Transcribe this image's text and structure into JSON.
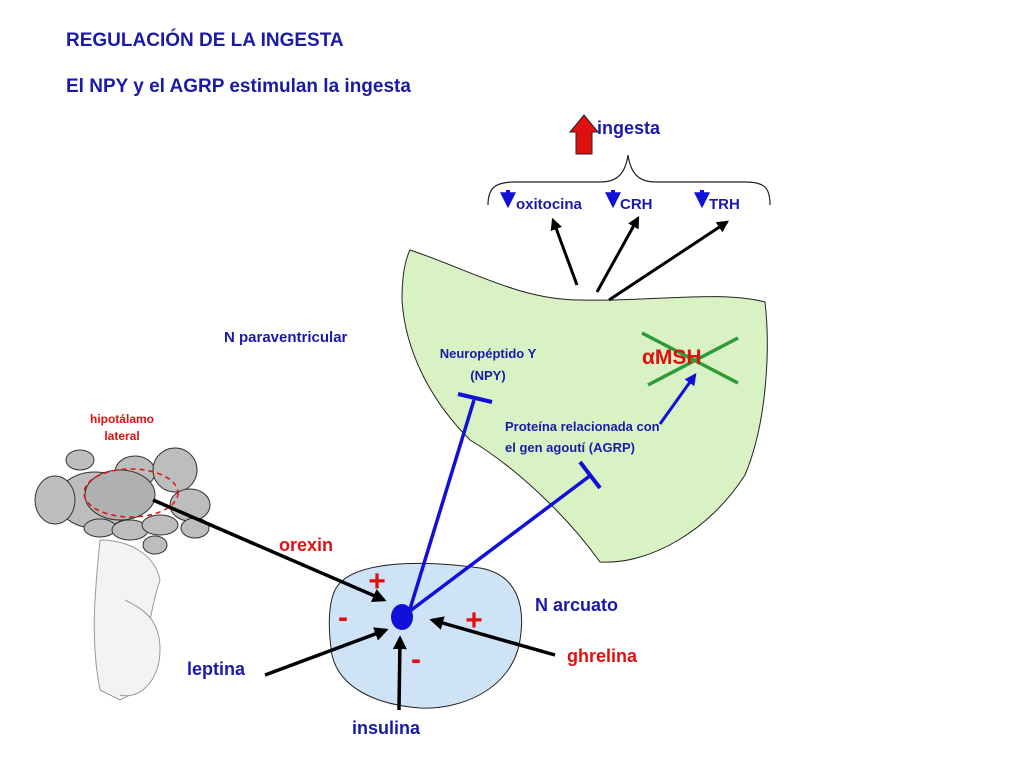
{
  "header": {
    "title": "REGULACIÓN DE LA INGESTA",
    "subtitle": "El NPY y el AGRP estimulan la ingesta"
  },
  "diagram": {
    "ingesta": "ingesta",
    "oxitocina": "oxitocina",
    "crh": "CRH",
    "trh": "TRH",
    "paraventricular": "N paraventricular",
    "npy_line1": "Neuropéptido Y",
    "npy_line2": "(NPY)",
    "msh_alpha": "α",
    "msh_rest": "MSH",
    "agrp_line1": "Proteína relacionada con",
    "agrp_line2": "el gen agoutí (AGRP)",
    "hipotalamo_line1": "hipotálamo",
    "hipotalamo_line2": "lateral",
    "orexin": "orexin",
    "arcuato": "N arcuato",
    "plus_top": "+",
    "plus_right": "+",
    "minus_left": "-",
    "minus_bottom": "-",
    "leptina": "leptina",
    "ghrelina": "ghrelina",
    "insulina": "insulina"
  },
  "colors": {
    "title_blue": "#1a1aa8",
    "pvn_fill": "#d9f2c4",
    "arc_fill": "#cfe3f7",
    "blue": "#1010d8",
    "red": "#e01010",
    "green": "#2e9a3a",
    "black": "#000000",
    "gray": "#bdbdbd"
  }
}
